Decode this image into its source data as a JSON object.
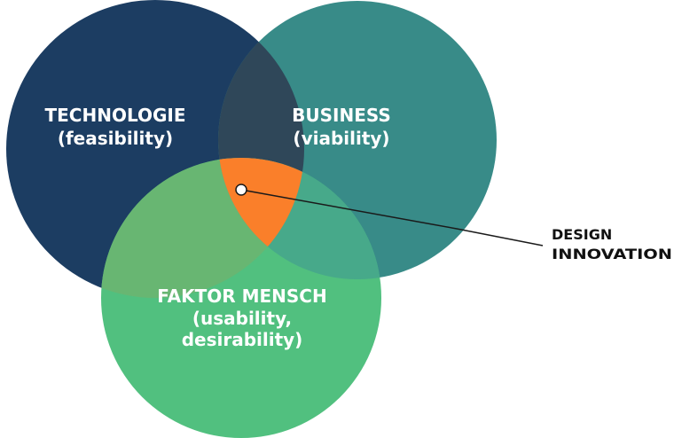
{
  "venn": {
    "technology": {
      "title": "TECHNOLOGIE",
      "subtitle": "(feasibility)",
      "color": "#1c3d62"
    },
    "business": {
      "title": "BUSINESS",
      "subtitle": "(viability)",
      "color": "#388b88"
    },
    "human": {
      "title": "FAKTOR MENSCH",
      "line2": "(usability,",
      "line3": "desirability)",
      "color": "#51c07f"
    },
    "overlap_colors": {
      "tech_business": "#2f4759",
      "tech_human": "#68b672",
      "business_human": "#47a98a",
      "center": "#fa7f2a"
    },
    "callout": {
      "line1": "DESIGN",
      "line2": "INNOVATION",
      "line_color": "#1a1a1a",
      "dot_color": "#ffffff"
    }
  }
}
